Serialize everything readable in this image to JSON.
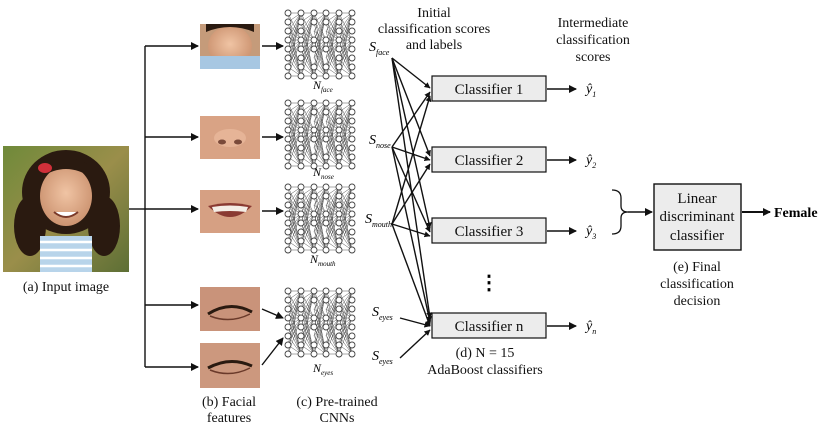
{
  "input_label": "(a) Input image",
  "facial_label": [
    "(b) Facial",
    "features"
  ],
  "cnn_label": [
    "(c) Pre-trained",
    "CNNs"
  ],
  "initial_scores_label": [
    "Initial",
    "classification scores",
    "and labels"
  ],
  "intermediate_label": [
    "Intermediate",
    "classification",
    "scores"
  ],
  "adaboost_label": [
    "(d) N = 15",
    "AdaBoost classifiers"
  ],
  "final_label": [
    "(e) Final",
    "classification",
    "decision"
  ],
  "networks": [
    {
      "main": "N",
      "sub": "face"
    },
    {
      "main": "N",
      "sub": "nose"
    },
    {
      "main": "N",
      "sub": "mouth"
    },
    {
      "main": "N",
      "sub": "eyes"
    }
  ],
  "scores": [
    {
      "main": "S",
      "sub": "face"
    },
    {
      "main": "S",
      "sub": "nose"
    },
    {
      "main": "S",
      "sub": "mouth"
    },
    {
      "main": "S",
      "sub": "eyes"
    },
    {
      "main": "S",
      "sub": "eyes"
    }
  ],
  "classifiers": [
    "Classifier 1",
    "Classifier 2",
    "Classifier 3",
    "Classifier n"
  ],
  "outputs": [
    {
      "main": "ŷ",
      "sub": "1"
    },
    {
      "main": "ŷ",
      "sub": "2"
    },
    {
      "main": "ŷ",
      "sub": "3"
    },
    {
      "main": "ŷ",
      "sub": "n"
    }
  ],
  "dots": "⋮",
  "lda_label": [
    "Linear",
    "discriminant",
    "classifier"
  ],
  "result": "Female",
  "colors": {
    "box_fill": "#ececec",
    "stroke": "#111111"
  }
}
